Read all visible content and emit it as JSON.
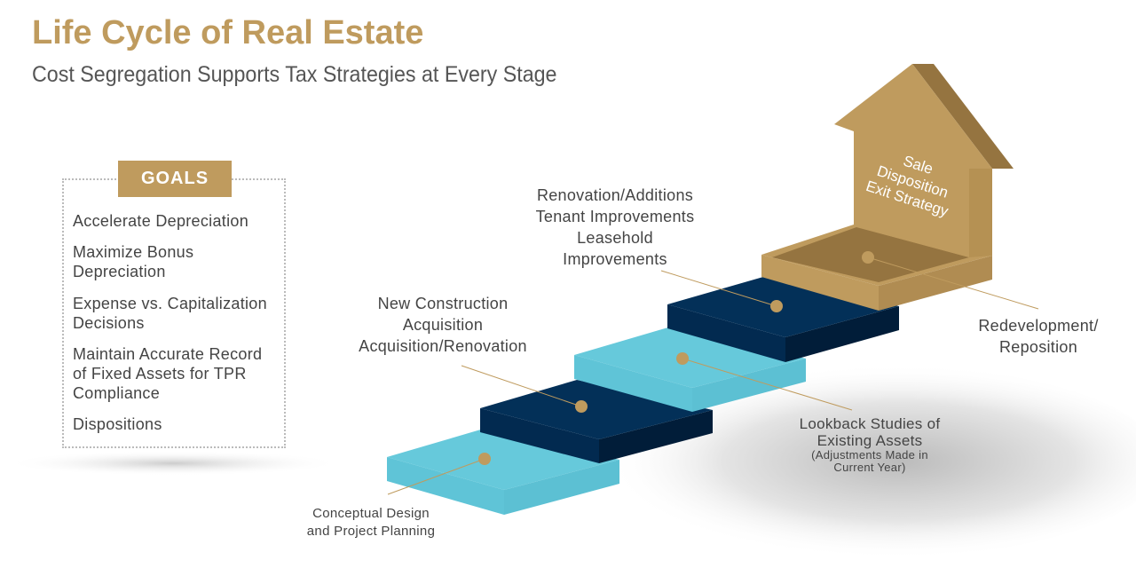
{
  "header": {
    "title": "Life Cycle of Real Estate",
    "subtitle": "Cost Segregation Supports Tax Strategies at Every Stage"
  },
  "goals": {
    "badge": "GOALS",
    "items": [
      "Accelerate Depreciation",
      "Maximize Bonus Depreciation",
      "Expense vs. Capitalization Decisions",
      "Maintain Accurate Record of Fixed Assets for TPR Compliance",
      "Dispositions"
    ]
  },
  "stages": {
    "house_lines": [
      "Sale",
      "Disposition",
      "Exit Strategy"
    ],
    "renovation": [
      "Renovation/Additions",
      "Tenant Improvements",
      "Leasehold",
      "Improvements"
    ],
    "new_construction": [
      "New Construction",
      "Acquisition",
      "Acquisition/Renovation"
    ],
    "redevelopment": [
      "Redevelopment/",
      "Reposition"
    ],
    "lookback": [
      "Lookback Studies of",
      "Existing Assets"
    ],
    "lookback_note": [
      "(Adjustments Made in",
      "Current Year)"
    ],
    "conceptual": [
      "Conceptual Design",
      "and Project Planning"
    ]
  },
  "colors": {
    "gold": "#bf9b5e",
    "navy": "#032d57",
    "light_blue": "#62c6d9"
  }
}
